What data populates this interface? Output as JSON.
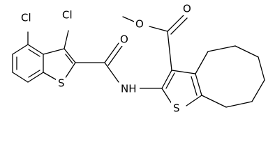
{
  "molecule": {
    "atom_labels": {
      "cl_upper": "Cl",
      "cl_lower": "Cl",
      "s_benzothiophene": "S",
      "carbonyl_o_amide": "O",
      "amide_nh": "NH",
      "s_thiophene": "S",
      "ester_carbonyl_o": "O",
      "ester_ether_o": "O"
    },
    "colors": {
      "bond": "#000000",
      "label": "#000000",
      "background": "#ffffff"
    }
  }
}
